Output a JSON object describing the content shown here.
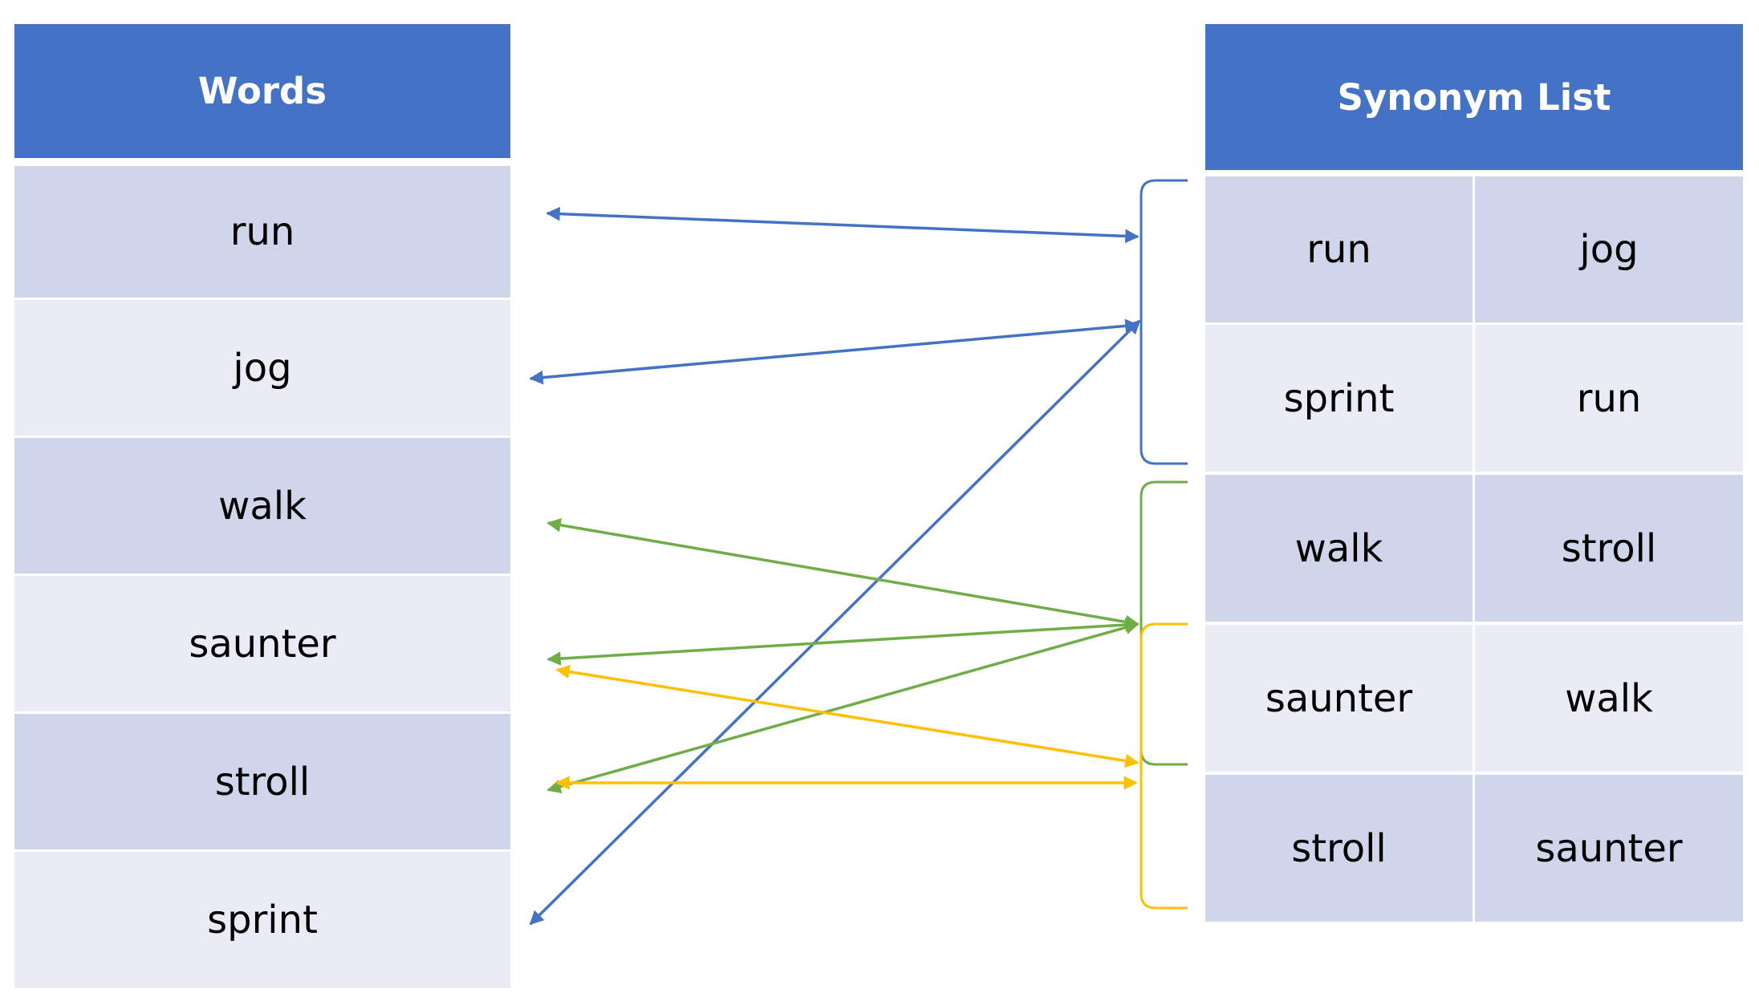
{
  "words_table": {
    "header": "Words",
    "rows": [
      "run",
      "jog",
      "walk",
      "saunter",
      "stroll",
      "sprint"
    ]
  },
  "synonym_table": {
    "header": "Synonym List",
    "rows": [
      [
        "run",
        "jog"
      ],
      [
        "sprint",
        "run"
      ],
      [
        "walk",
        "stroll"
      ],
      [
        "saunter",
        "walk"
      ],
      [
        "stroll",
        "saunter"
      ]
    ]
  },
  "colors": {
    "header_bg": "#4472C4",
    "row_dark": "#CFD5EA",
    "row_light": "#E9EBF5",
    "group_run": "#4472C4",
    "group_walk": "#70AD47",
    "group_saunter": "#FFC000"
  }
}
